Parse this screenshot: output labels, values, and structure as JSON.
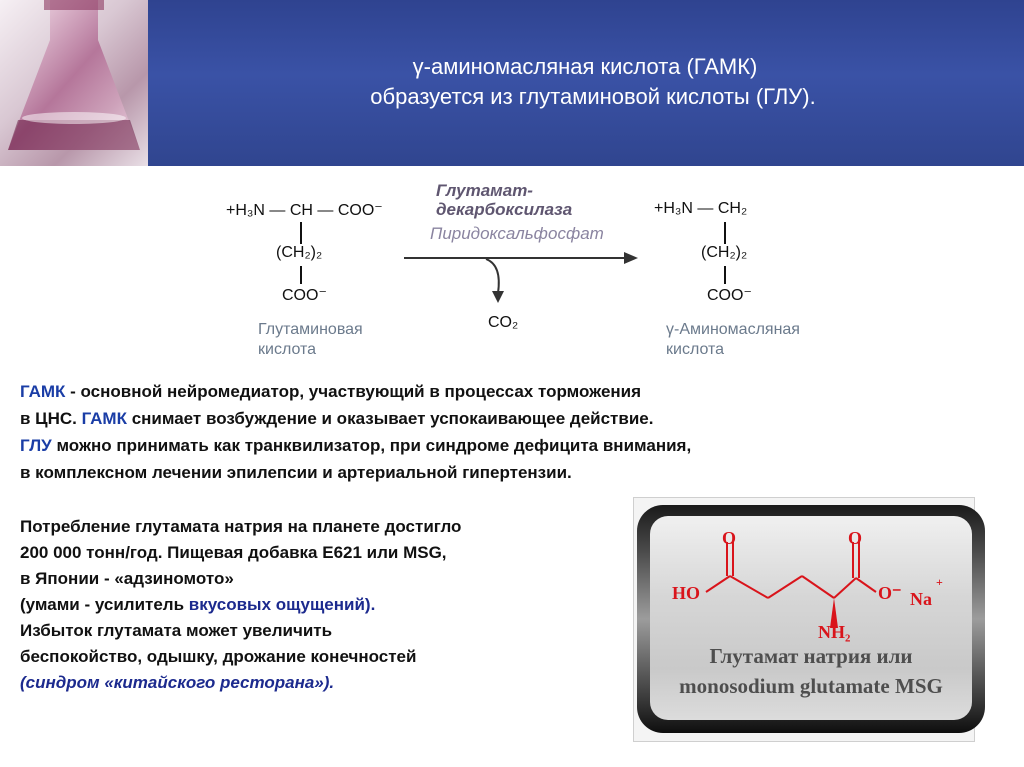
{
  "header": {
    "title_line_1": "γ-аминомасляная кислота (ГАМК)",
    "title_line_2": "образуется из глутаминовой кислоты (ГЛУ)."
  },
  "reaction": {
    "glu": {
      "top": "+H₃N — CH — COO⁻",
      "chain": "(CH₂)₂",
      "bottom": "COO⁻",
      "name_1": "Глутаминовая",
      "name_2": "кислота"
    },
    "enzyme_1": "Глутамат-",
    "enzyme_2": "декарбоксилаза",
    "cofactor": "Пиридоксальфосфат",
    "co2": "CO₂",
    "gaba": {
      "top": "+H₃N — CH₂",
      "chain": "(CH₂)₂",
      "bottom": "COO⁻",
      "name_1": "γ-Аминомасляная",
      "name_2": "кислота"
    }
  },
  "text": {
    "p1_l1_a": "ГАМК",
    "p1_l1_b": " - основной нейромедиатор, участвующий в процессах торможения",
    "p1_l2_a": "в ЦНС. ",
    "p1_l2_b": "ГАМК",
    "p1_l2_c": " снимает возбуждение и оказывает успокаивающее  действие.",
    "p1_l3_a": "ГЛУ",
    "p1_l3_b": " можно принимать как транквилизатор, при синдроме дефицита внимания,",
    "p1_l4": "в комплексном лечении эпилепсии и артериальной гипертензии.",
    "p2_l1": "Потребление  глутамата натрия на планете достигло",
    "p2_l2": "200 000 тонн/год. Пищевая добавка Е621 или MSG,",
    "p2_l3": "в Японии - «адзиномото»",
    "p2_l4_a": "(умами - усилитель ",
    "p2_l4_b": "вкусовых  ощущений",
    "p2_l4_c": ").",
    "p2_l5": "Избыток глутамата может увеличить",
    "p2_l6": "беспокойство,  одышку, дрожание конечностей",
    "p2_l7": "(синдром «китайского ресторана»)."
  },
  "msg_structure": {
    "o_left": "O",
    "o_right": "O",
    "ho": "HO",
    "o_minus": "O⁻",
    "na": "Na",
    "na_plus": "+",
    "nh2": "NH₂",
    "caption_1": "Глутамат натрия или",
    "caption_2": "monosodium glutamate MSG"
  },
  "colors": {
    "header_bg": "#3a52a6",
    "blue_term": "#1a3da6",
    "molecule_red": "#d9141b"
  }
}
